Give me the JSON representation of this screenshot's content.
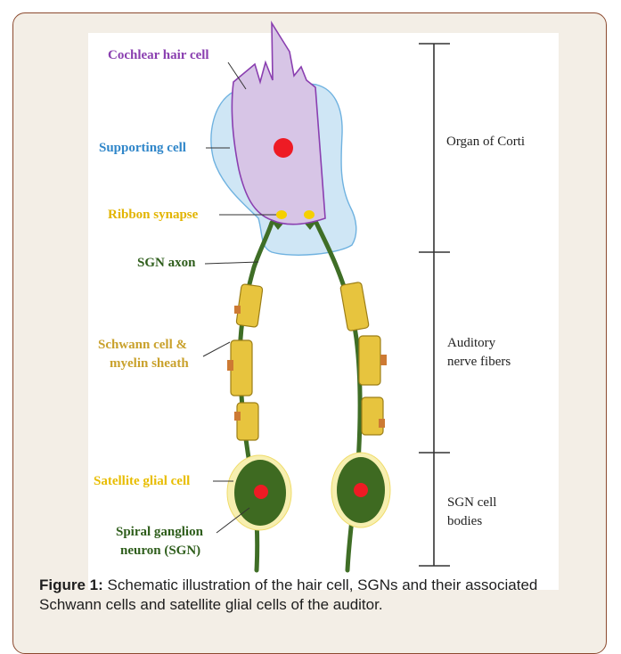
{
  "labels": {
    "cochlear_hair_cell": "Cochlear hair cell",
    "supporting_cell": "Supporting cell",
    "ribbon_synapse": "Ribbon synapse",
    "sgn_axon": "SGN axon",
    "schwann_line1": "Schwann cell &",
    "schwann_line2": "myelin sheath",
    "satellite_glial_cell": "Satellite glial cell",
    "sgn_line1": "Spiral ganglion",
    "sgn_line2": "neuron (SGN)"
  },
  "regions": {
    "organ_of_corti": "Organ of Corti",
    "auditory_line1": "Auditory",
    "auditory_line2": "nerve fibers",
    "sgn_cell_line1": "SGN cell",
    "sgn_cell_line2": "bodies"
  },
  "caption": {
    "label": "Figure 1:",
    "text": "Schematic illustration of the hair cell, SGNs and their associated Schwann cells and satellite glial cells of the auditor."
  },
  "colors": {
    "hair_cell": "#8a3fb0",
    "supporting_cell": "#2f86c9",
    "ribbon_synapse": "#e8b400",
    "axon": "#3a6b22",
    "schwann": "#c9a12c",
    "satellite": "#e8c400",
    "sgn": "#2f5e1c"
  }
}
